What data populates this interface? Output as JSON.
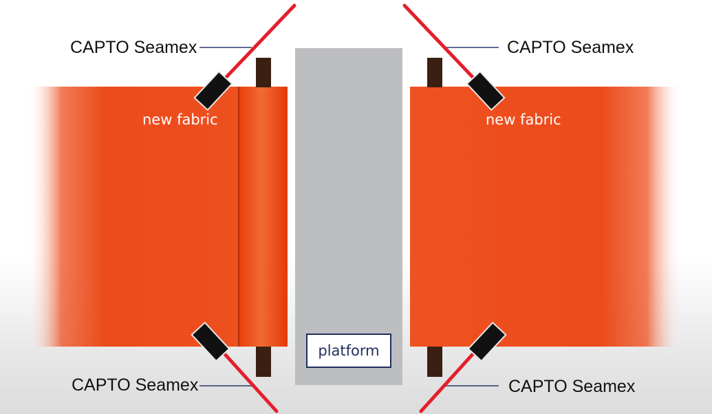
{
  "labels": {
    "device_top_left": "CAPTO Seamex",
    "device_top_right": "CAPTO Seamex",
    "device_bottom_left": "CAPTO Seamex",
    "device_bottom_right": "CAPTO Seamex",
    "fabric_left": "new fabric",
    "fabric_right": "new fabric",
    "platform": "platform"
  },
  "colors": {
    "fabric": "#EE4F1E",
    "fabric_dark": "#E23A0A",
    "laser": "#E41F2B",
    "platform": "#BDBEC0",
    "roller": "#3B1F12",
    "leader_line": "#2B3A6B",
    "platform_text": "#223060"
  }
}
